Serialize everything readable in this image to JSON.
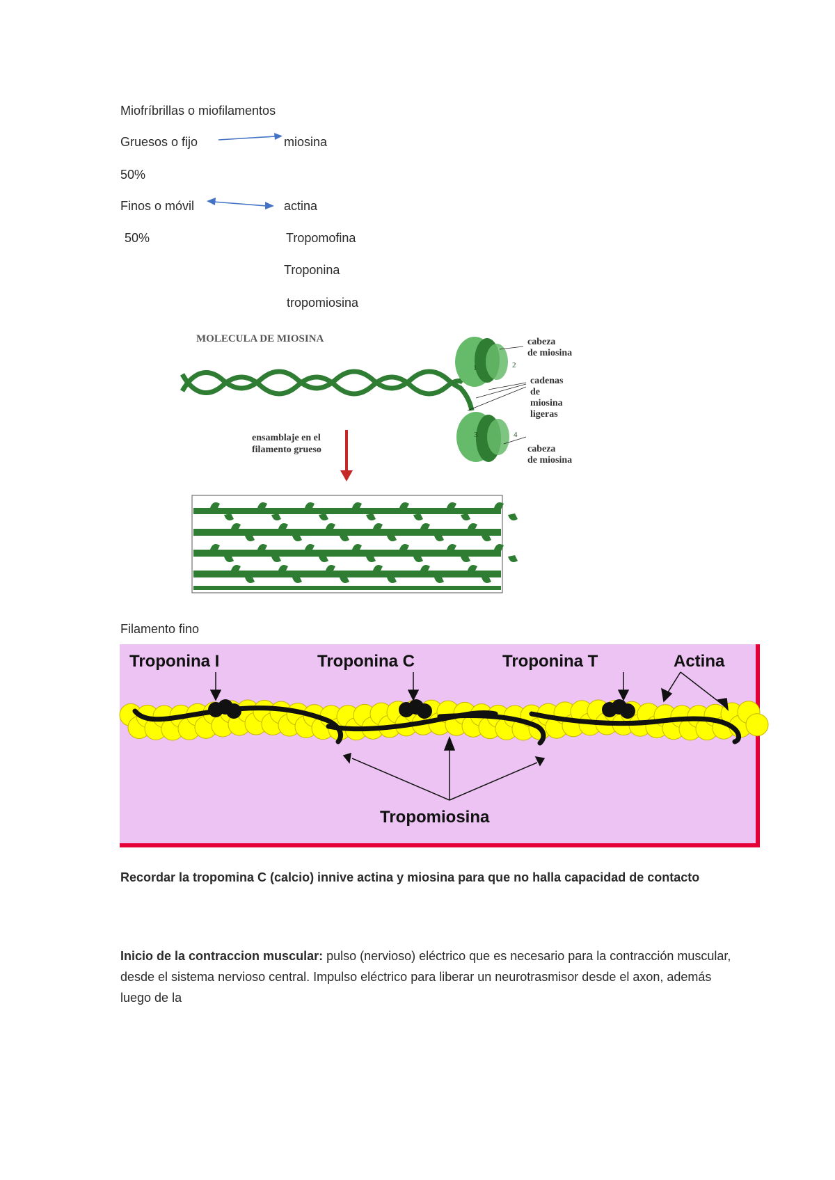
{
  "notes": {
    "heading": "Miofríbrillas o miofilamentos",
    "thick_label": "Gruesos o fijo",
    "thick_protein": "miosina",
    "thick_percent": "50%",
    "thin_label": "Finos o móvil",
    "thin_protein": "actina",
    "thin_percent": "50%",
    "thin_proteins_extra": [
      "Tropomofina",
      "Troponina",
      "tropomiosina"
    ]
  },
  "myosin_figure": {
    "title": "MOLECULA DE MIOSINA",
    "head_top": [
      "cabeza",
      "de miosina"
    ],
    "light_chains": [
      "cadenas",
      "de",
      "miosina",
      "ligeras"
    ],
    "head_bottom": [
      "cabeza",
      "de miosina"
    ],
    "assembly": [
      "ensamblaje en el",
      "filamento grueso"
    ],
    "head_numbers": [
      "1",
      "2",
      "3",
      "4"
    ]
  },
  "thin_section": {
    "heading": "Filamento fino",
    "labels": {
      "troponin_i": "Troponina I",
      "troponin_c": "Troponina C",
      "troponin_t": "Troponina T",
      "actin": "Actina",
      "tropomyosin": "Tropomiosina"
    }
  },
  "recall": {
    "text": "Recordar la tropomina C  (calcio) innive actina y miosina para que no halla capacidad de contacto"
  },
  "contraction": {
    "term": "Inicio de la contraccion muscular:",
    "body": " pulso (nervioso) eléctrico que es necesario para la contracción muscular, desde el sistema nervioso central. Impulso eléctrico para liberar un neurotrasmisor desde el axon, además luego de la"
  },
  "colors": {
    "arrow_blue": "#4472c4",
    "myosin_green": "#2e7d32",
    "myosin_light_green": "#66bb6a",
    "assembly_arrow": "#c62828",
    "thin_bg": "#ecc3f2",
    "thin_border": "#e5003a",
    "actin_yellow": "#ffff00"
  }
}
